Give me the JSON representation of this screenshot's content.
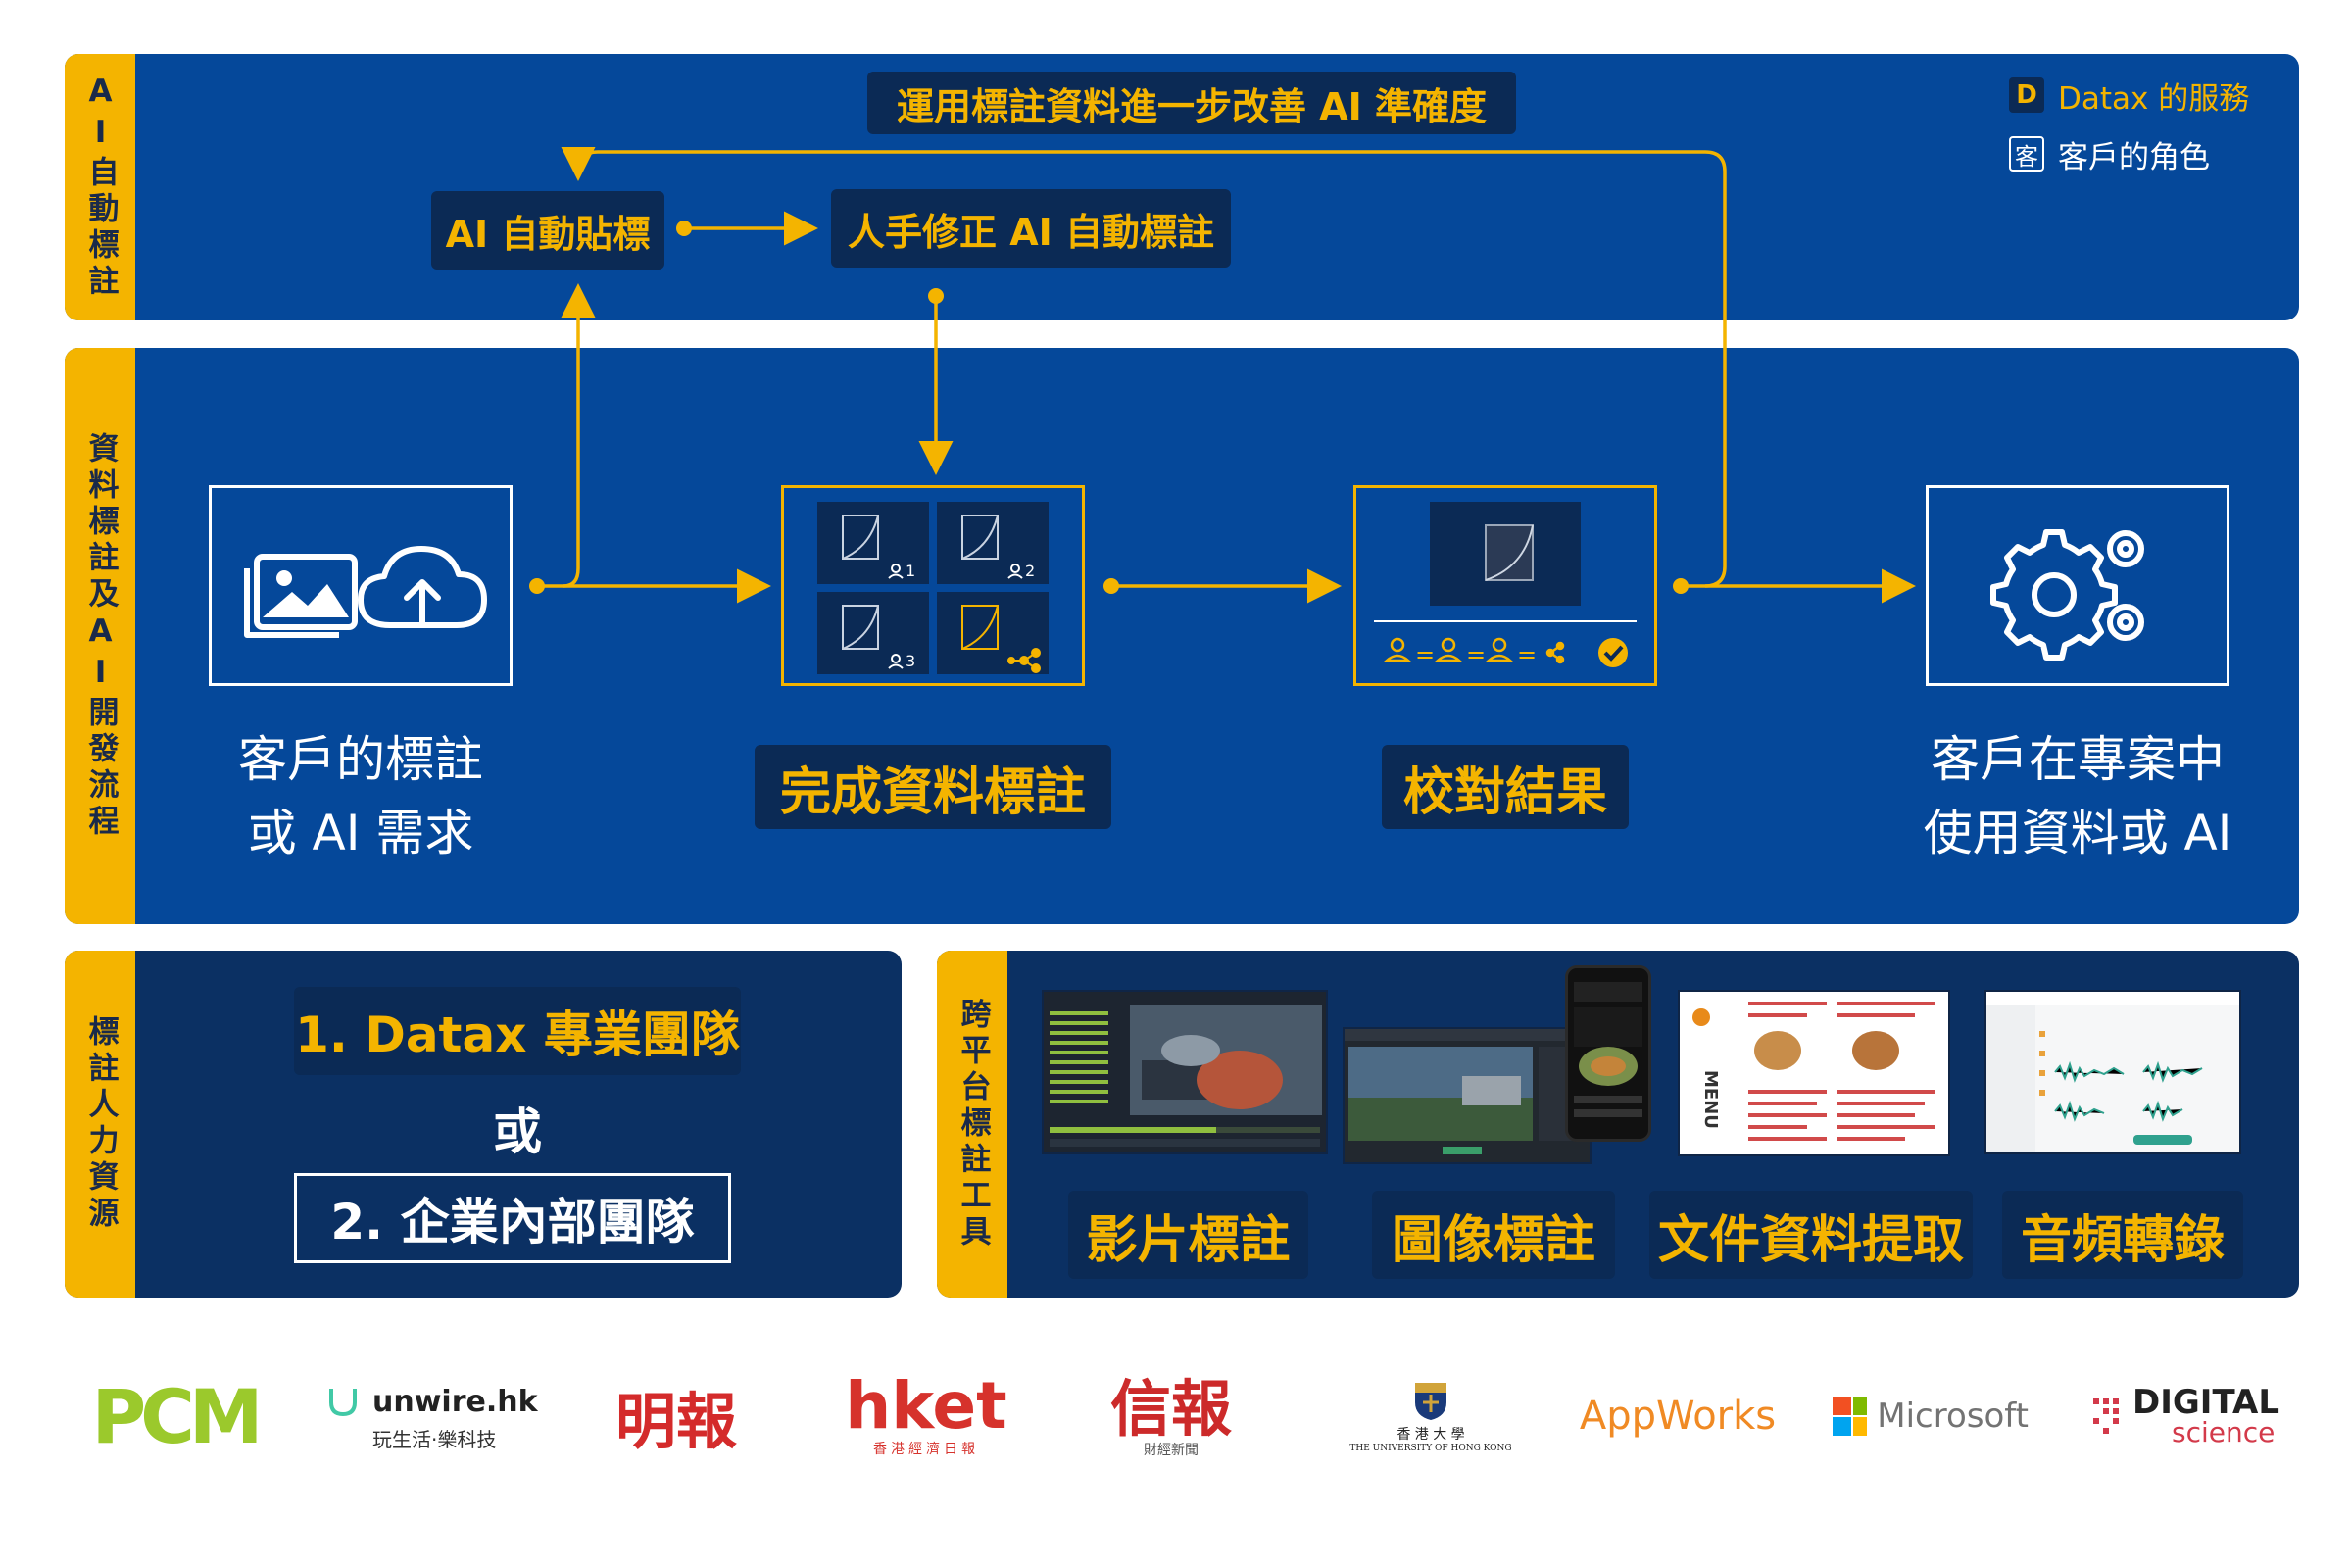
{
  "colors": {
    "blue": "#05489a",
    "navy": "#0b3063",
    "yellow": "#f4b400",
    "dark": "#0b2a55",
    "white": "#ffffff"
  },
  "sections": {
    "ai_auto": "AI自動標註",
    "workflow": "資料標註及AI開發流程",
    "human": "標註人力資源",
    "tools": "跨平台標註工具"
  },
  "top": {
    "loop_label": "運用標註資料進一步改善 AI 準確度",
    "ai_label_box": "AI 自動貼標",
    "human_fix_box": "人手修正 AI 自動標註"
  },
  "legend": {
    "d_icon": "D",
    "d_text": "Datax 的服務",
    "c_icon": "客",
    "c_text": "客戶的角色"
  },
  "flow": {
    "step1_line1": "客戶的標註",
    "step1_line2": "或 AI 需求",
    "step2": "完成資料標註",
    "step3": "校對結果",
    "step4_line1": "客戶在專案中",
    "step4_line2": "使用資料或 AI",
    "grid_tags": [
      "1",
      "2",
      "3"
    ]
  },
  "human": {
    "opt1": "1. Datax 專業團隊",
    "or": "或",
    "opt2": "2. 企業內部團隊"
  },
  "tools": {
    "video": "影片標註",
    "image": "圖像標註",
    "doc": "文件資料提取",
    "audio": "音頻轉錄",
    "menu_text": "MENU"
  },
  "logos": {
    "pcm": "PCM",
    "unwire": "unwire.hk",
    "unwire_sub": "玩生活‧樂科技",
    "mingpao": "明報",
    "hket": "hket",
    "hket_sub": "香港經濟日報",
    "hkej": "信報",
    "hkej_sub": "財經新聞",
    "hku_cn": "香 港 大 學",
    "hku_en": "THE UNIVERSITY OF HONG KONG",
    "appworks": "AppWorks",
    "microsoft": "Microsoft",
    "digital": "DIGITAL",
    "science": "science"
  }
}
